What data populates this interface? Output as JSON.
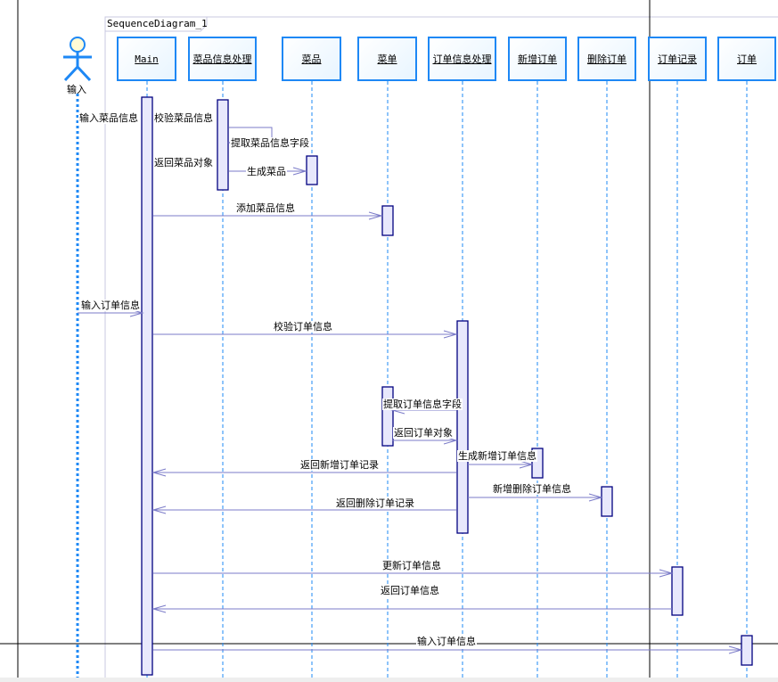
{
  "frame_title": "SequenceDiagram_1",
  "actor": {
    "label": "输入"
  },
  "lifelines": [
    "Main",
    "菜品信息处理",
    "菜品",
    "菜单",
    "订单信息处理",
    "新增订单",
    "删除订单",
    "订单记录",
    "订单"
  ],
  "messages": [
    "输入菜品信息",
    "校验菜品信息",
    "提取菜品信息字段",
    "返回菜品对象",
    "生成菜品",
    "添加菜品信息",
    "输入订单信息",
    "校验订单信息",
    "提取订单信息字段",
    "返回订单对象",
    "生成新增订单信息",
    "返回新增订单记录",
    "新增删除订单信息",
    "返回删除订单记录",
    "更新订单信息",
    "返回订单信息",
    "输入订单信息"
  ],
  "colors": {
    "lifeline_border": "#1e88f5",
    "activation": "#000080",
    "message": "#7b7bc8"
  }
}
